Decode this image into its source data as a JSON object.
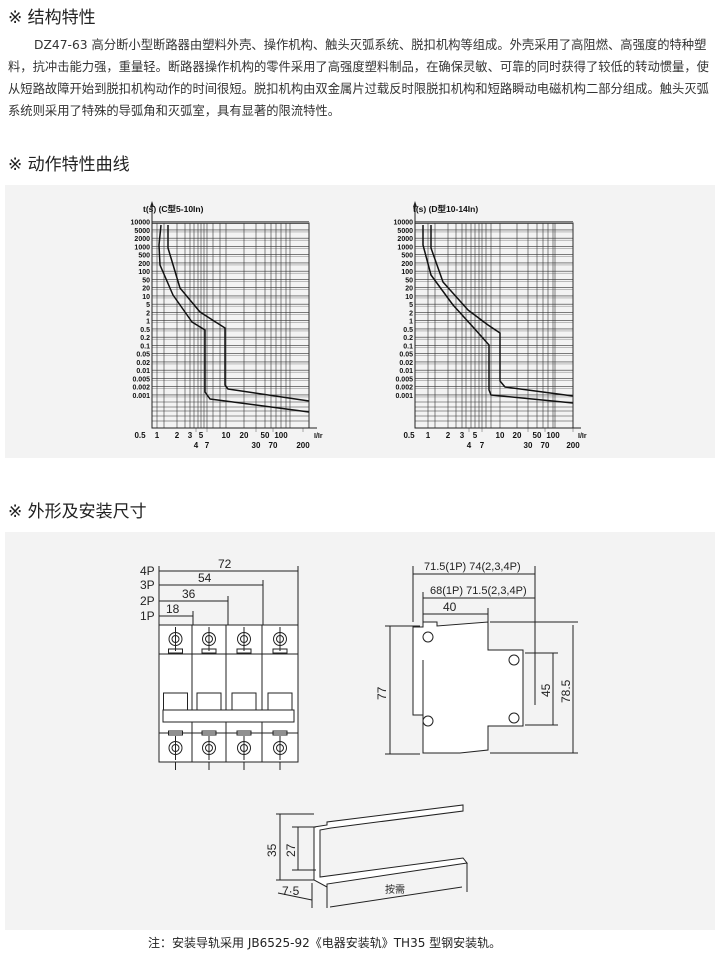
{
  "sections": {
    "structure": {
      "title": "※ 结构特性",
      "text": "DZ47-63 高分断小型断路器由塑料外壳、操作机构、触头灭弧系统、脱扣机构等组成。外壳采用了高阻燃、高强度的特种塑料，抗冲击能力强，重量轻。断路器操作机构的零件采用了高强度塑料制品，在确保灵敏、可靠的同时获得了较低的转动惯量，使从短路故障开始到脱扣机构动作的时间很短。脱扣机构由双金属片过载反时限脱扣机构和短路瞬动电磁机构二部分组成。触头灭弧系统则采用了特殊的导弧角和灭弧室，具有显著的限流特性。"
    },
    "curves": {
      "title": "※ 动作特性曲线"
    },
    "dimensions": {
      "title": "※ 外形及安装尺寸"
    }
  },
  "chart_data": [
    {
      "type": "line",
      "title": "t(s) (C型5-10In)",
      "ylabel": "t(s)",
      "xlabel": "I/Ir",
      "y_ticks": [
        "10000",
        "5000",
        "2000",
        "1000",
        "500",
        "200",
        "100",
        "50",
        "20",
        "10",
        "5",
        "2",
        "1",
        "0.5",
        "0.2",
        "0.1",
        "0.05",
        "0.02",
        "0.01",
        "0.005",
        "0.002",
        "0.001"
      ],
      "x_ticks": [
        "0.5",
        "1",
        "2",
        "3",
        "4",
        "5",
        "7",
        "10",
        "20",
        "30",
        "50",
        "70",
        "100",
        "200"
      ],
      "series": [
        {
          "name": "lower-bound",
          "x": [
            1.1,
            1.2,
            2,
            4,
            5,
            5,
            5.5,
            200
          ],
          "y": [
            10000,
            100,
            5,
            0.5,
            0.5,
            0.001,
            0.0008,
            0.0003
          ]
        },
        {
          "name": "upper-bound",
          "x": [
            1.5,
            1.6,
            3,
            7,
            10,
            10,
            11,
            200
          ],
          "y": [
            10000,
            1000,
            5,
            1,
            0.5,
            0.002,
            0.0015,
            0.0007
          ]
        }
      ]
    },
    {
      "type": "line",
      "title": "t(s) (D型10-14In)",
      "ylabel": "t(s)",
      "xlabel": "I/Ir",
      "y_ticks": [
        "10000",
        "5000",
        "2000",
        "1000",
        "500",
        "200",
        "100",
        "50",
        "20",
        "10",
        "5",
        "2",
        "1",
        "0.5",
        "0.2",
        "0.1",
        "0.05",
        "0.02",
        "0.01",
        "0.005",
        "0.002",
        "0.001"
      ],
      "x_ticks": [
        "0.5",
        "1",
        "2",
        "3",
        "4",
        "5",
        "7",
        "10",
        "20",
        "30",
        "50",
        "70",
        "100",
        "200"
      ],
      "series": [
        {
          "name": "lower-bound",
          "x": [
            0.9,
            1,
            2,
            5,
            8,
            8,
            9,
            200
          ],
          "y": [
            10000,
            200,
            5,
            0.5,
            0.1,
            0.001,
            0.0008,
            0.0003
          ]
        },
        {
          "name": "upper-bound",
          "x": [
            1.1,
            1.3,
            3,
            7,
            10,
            10,
            11,
            200
          ],
          "y": [
            10000,
            1000,
            5,
            1,
            0.5,
            0.003,
            0.0015,
            0.0007
          ]
        }
      ]
    }
  ],
  "front_view": {
    "dims": [
      {
        "pole": "4P",
        "value": "72"
      },
      {
        "pole": "3P",
        "value": "54"
      },
      {
        "pole": "2P",
        "value": "36"
      },
      {
        "pole": "1P",
        "value": "18"
      }
    ]
  },
  "side_view": {
    "depth_total": "71.5(1P) 74(2,3,4P)",
    "depth_body": "68(1P) 71.5(2,3,4P)",
    "front_depth": "40",
    "height": "77",
    "terminal_pitch": "45",
    "total_height": "78.5"
  },
  "rail": {
    "height": "35",
    "inner_height": "27",
    "flange": "7·5",
    "length": "按需"
  },
  "note": "注：安装导轨采用 JB6525-92《电器安装轨》TH35 型钢安装轨。"
}
